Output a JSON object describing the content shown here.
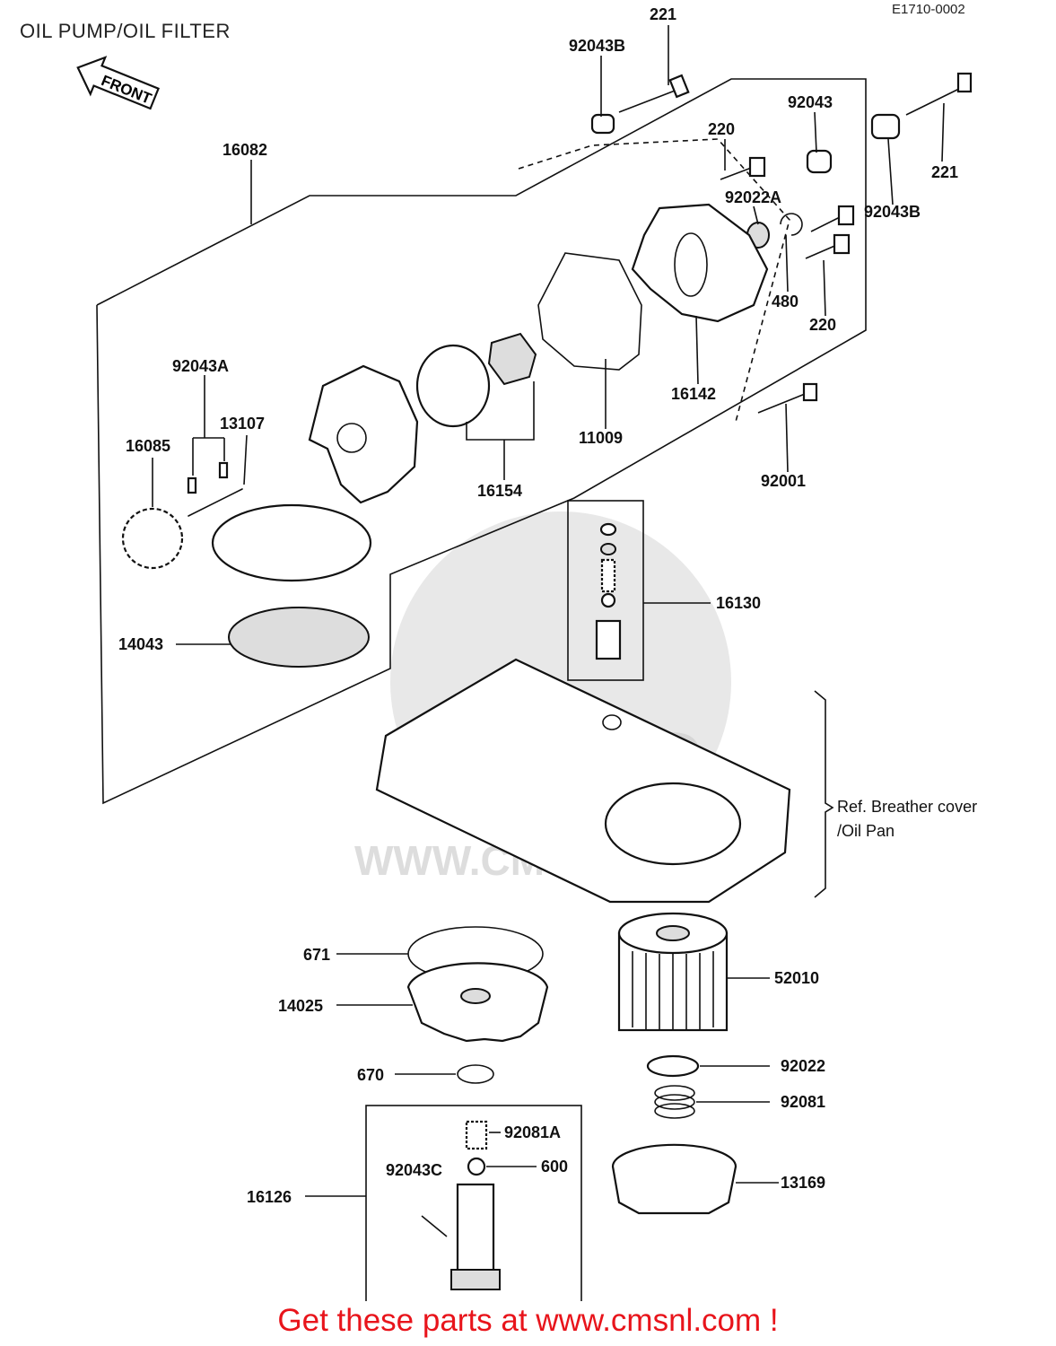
{
  "title": "OIL PUMP/OIL FILTER",
  "diagram_code": "E1710-0002",
  "front_label": "FRONT",
  "reference_note": {
    "line1": "Ref. Breather cover",
    "line2": "/Oil Pan"
  },
  "footer": "Get these parts at www.cmsnl.com !",
  "watermark": {
    "logo": "CMS",
    "url": "WWW.CMSNL.COM"
  },
  "part_labels": {
    "p221_top": "221",
    "p92043B_top": "92043B",
    "p16082": "16082",
    "p220_top": "220",
    "p92043": "92043",
    "p92022A": "92022A",
    "p221_right": "221",
    "p92043B_right": "92043B",
    "p480": "480",
    "p220_right": "220",
    "p16142": "16142",
    "p11009": "11009",
    "p92001": "92001",
    "p92043A": "92043A",
    "p13107": "13107",
    "p16085": "16085",
    "p16154": "16154",
    "p16130": "16130",
    "p14043": "14043",
    "p671": "671",
    "p52010": "52010",
    "p14025": "14025",
    "p670": "670",
    "p92022": "92022",
    "p92081": "92081",
    "p92081A": "92081A",
    "p92043C": "92043C",
    "p600": "600",
    "p16126": "16126",
    "p13169": "13169"
  }
}
